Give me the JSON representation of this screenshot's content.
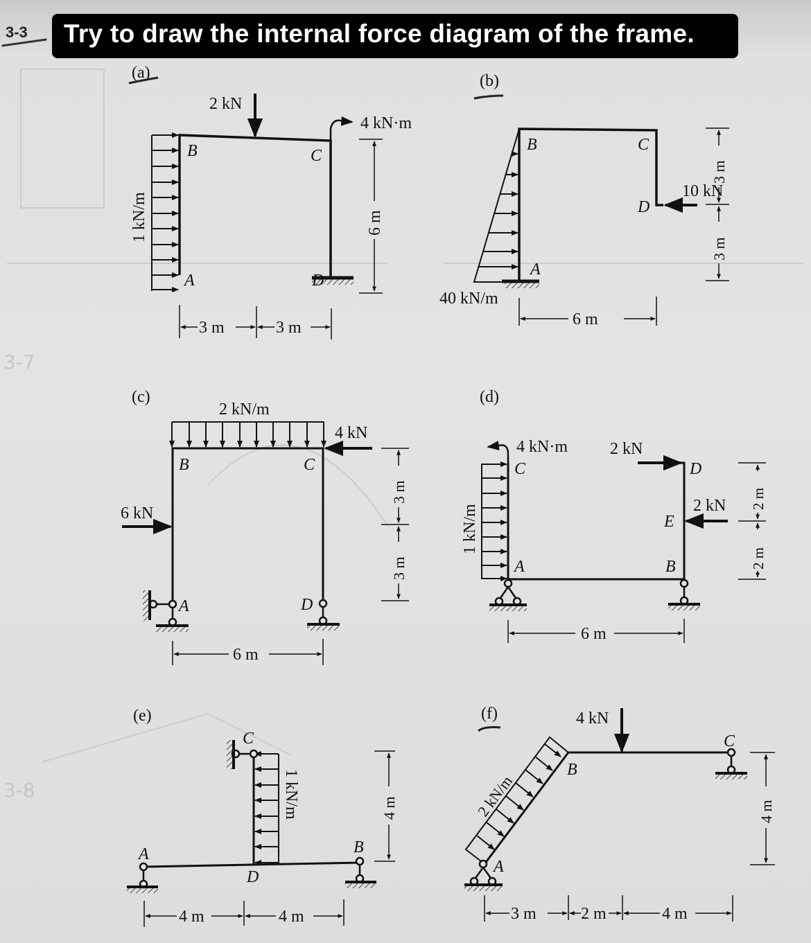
{
  "header": {
    "problem_number": "3-3",
    "title": "Try to draw the internal force diagram of the frame."
  },
  "background_text": {
    "problem_3_7": "3-7",
    "problem_3_8": "3-8"
  },
  "figures": [
    {
      "id": "a",
      "label": "(a)",
      "nodes": [
        "A",
        "B",
        "C",
        "D"
      ],
      "loads": {
        "point_load": "2 kN",
        "distributed_load": "1 kN/m",
        "moment": "4 kN·m"
      },
      "dimensions": {
        "span_left": "3 m",
        "span_right": "3 m",
        "height": "6 m"
      }
    },
    {
      "id": "b",
      "label": "(b)",
      "nodes": [
        "A",
        "B",
        "C",
        "D"
      ],
      "loads": {
        "triangular_load": "40 kN/m",
        "point_load": "10 kN"
      },
      "dimensions": {
        "span": "6 m",
        "height_top": "3 m",
        "height_bottom": "3 m"
      }
    },
    {
      "id": "c",
      "label": "(c)",
      "nodes": [
        "A",
        "B",
        "C",
        "D"
      ],
      "loads": {
        "distributed_load": "2 kN/m",
        "point_load_top": "4 kN",
        "point_load_side": "6 kN"
      },
      "dimensions": {
        "span": "6 m",
        "height_top": "3 m",
        "height_bottom": "3 m"
      }
    },
    {
      "id": "d",
      "label": "(d)",
      "nodes": [
        "A",
        "B",
        "C",
        "D",
        "E"
      ],
      "loads": {
        "moment": "4 kN·m",
        "distributed_load": "1 kN/m",
        "point_load_top": "2 kN",
        "point_load_side": "2 kN"
      },
      "dimensions": {
        "span": "6 m",
        "height_top": "2 m",
        "height_bottom": "2 m"
      }
    },
    {
      "id": "e",
      "label": "(e)",
      "nodes": [
        "A",
        "B",
        "C",
        "D"
      ],
      "loads": {
        "distributed_load": "1 kN/m"
      },
      "dimensions": {
        "span_left": "4 m",
        "span_right": "4 m",
        "height": "4 m"
      }
    },
    {
      "id": "f",
      "label": "(f)",
      "nodes": [
        "A",
        "B",
        "C"
      ],
      "loads": {
        "distributed_load": "2 kN/m",
        "point_load": "4 kN"
      },
      "dimensions": {
        "span_1": "3 m",
        "span_2": "2 m",
        "span_3": "4 m",
        "height": "4 m"
      }
    }
  ]
}
